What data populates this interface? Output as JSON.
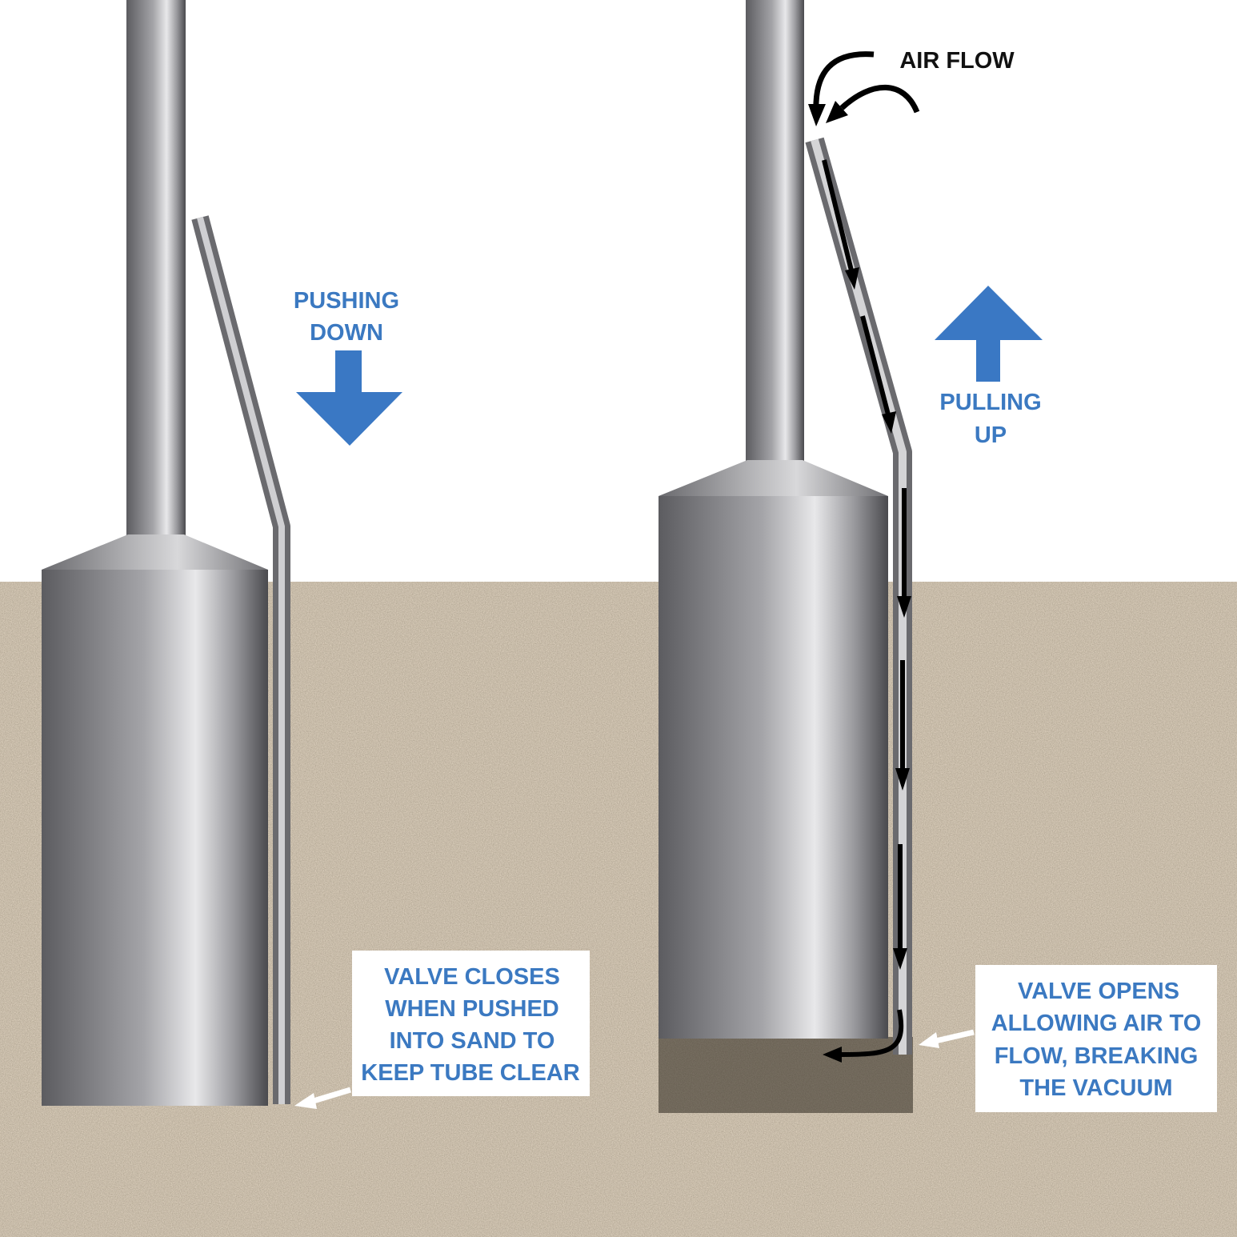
{
  "left_panel": {
    "direction_label": [
      "PUSHING",
      "DOWN"
    ],
    "callout": [
      "VALVE CLOSES",
      "WHEN PUSHED",
      "INTO SAND TO",
      "KEEP TUBE CLEAR"
    ]
  },
  "right_panel": {
    "airflow_label": "AIR FLOW",
    "direction_label": [
      "PULLING",
      "UP"
    ],
    "callout": [
      "VALVE OPENS",
      "ALLOWING AIR TO",
      "FLOW, BREAKING",
      "THE VACUUM"
    ]
  },
  "colors": {
    "label_blue": "#3b79c1",
    "arrow_blue": "#3a78c4",
    "sand": "#9a8a72"
  }
}
